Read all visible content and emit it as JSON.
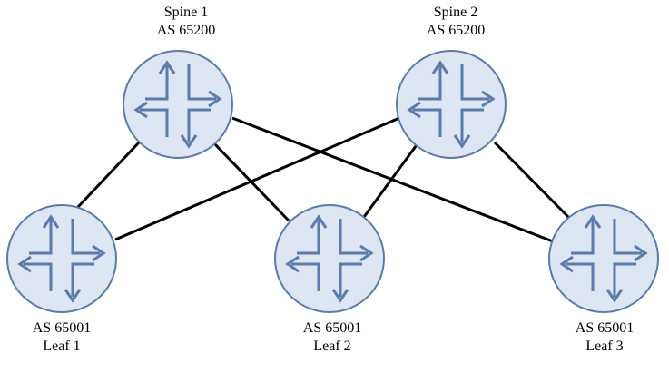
{
  "colors": {
    "router_fill": "#dde6f2",
    "router_stroke": "#5b7bab",
    "link": "#000000",
    "text": "#000000"
  },
  "spines": [
    {
      "name": "Spine 1",
      "asn": "AS 65200",
      "icon": "router-icon"
    },
    {
      "name": "Spine 2",
      "asn": "AS 65200",
      "icon": "router-icon"
    }
  ],
  "leaves": [
    {
      "name": "Leaf 1",
      "asn": "AS 65001",
      "icon": "router-icon"
    },
    {
      "name": "Leaf 2",
      "asn": "AS 65001",
      "icon": "router-icon"
    },
    {
      "name": "Leaf 3",
      "asn": "AS 65001",
      "icon": "router-icon"
    }
  ],
  "links": [
    {
      "from": "Spine 1",
      "to": "Leaf 1"
    },
    {
      "from": "Spine 1",
      "to": "Leaf 2"
    },
    {
      "from": "Spine 1",
      "to": "Leaf 3"
    },
    {
      "from": "Spine 2",
      "to": "Leaf 1"
    },
    {
      "from": "Spine 2",
      "to": "Leaf 2"
    },
    {
      "from": "Spine 2",
      "to": "Leaf 3"
    }
  ]
}
